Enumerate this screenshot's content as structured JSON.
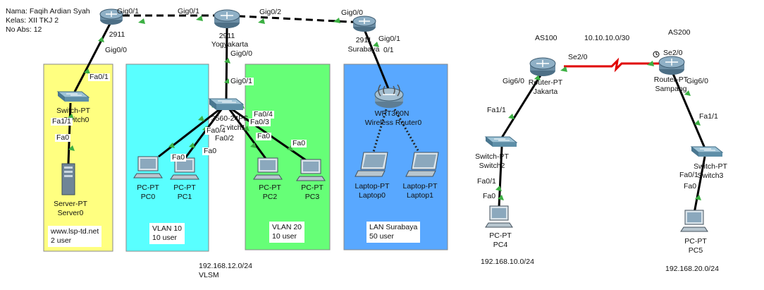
{
  "info": {
    "name": "Nama: Faqih Ardian Syah",
    "kelas": "Kelas: XII TKJ 2",
    "absen": "No Abs: 12"
  },
  "zones": [
    {
      "id": "server",
      "color": "#ffff80",
      "label1": "www.lsp-td.net",
      "label2": "2 user"
    },
    {
      "id": "vlan10",
      "color": "#59ffff",
      "label1": "VLAN 10",
      "label2": "10 user"
    },
    {
      "id": "vlan20",
      "color": "#66ff77",
      "label1": "VLAN 20",
      "label2": "10 user"
    },
    {
      "id": "lansby",
      "color": "#59a8ff",
      "label1": "LAN Surabaya",
      "label2": "50 user"
    }
  ],
  "networks": {
    "vlsm_ip": "192.168.12.0/24",
    "vlsm_text": "VLSM",
    "left_net": "192.168.10.0/24",
    "right_net": "192.168.20.0/24",
    "wan_net": "10.10.10.0/30",
    "as100": "AS100",
    "as200": "AS200"
  },
  "devices": {
    "r2911a": {
      "model": "2911",
      "icon": "router-icon"
    },
    "r2911yk": {
      "model": "2911",
      "name": "Yogyakarta",
      "icon": "router-icon"
    },
    "r2911sb": {
      "model": "2911",
      "name": "Surabaya",
      "icon": "router-icon"
    },
    "switch0": {
      "model": "Switch-PT",
      "name": "Switch0",
      "icon": "switch-icon"
    },
    "sw3560": {
      "model": "3560-24PS",
      "name": "Switch1",
      "icon": "multilayer-switch-icon"
    },
    "server0": {
      "model": "Server-PT",
      "name": "Server0",
      "icon": "server-icon"
    },
    "pc0": {
      "model": "PC-PT",
      "name": "PC0",
      "icon": "pc-icon"
    },
    "pc1": {
      "model": "PC-PT",
      "name": "PC1",
      "icon": "pc-icon"
    },
    "pc2": {
      "model": "PC-PT",
      "name": "PC2",
      "icon": "pc-icon"
    },
    "pc3": {
      "model": "PC-PT",
      "name": "PC3",
      "icon": "pc-icon"
    },
    "wrt": {
      "model": "WRT300N",
      "name": "Wireless Router0",
      "icon": "wireless-router-icon"
    },
    "laptop0": {
      "model": "Laptop-PT",
      "name": "Laptop0",
      "icon": "laptop-icon"
    },
    "laptop1": {
      "model": "Laptop-PT",
      "name": "Laptop1",
      "icon": "laptop-icon"
    },
    "rjkt": {
      "model": "Router-PT",
      "name": "Jakarta",
      "icon": "router-icon"
    },
    "rsmp": {
      "model": "Router-PT",
      "name": "Sampang",
      "icon": "router-icon"
    },
    "switch2": {
      "model": "Switch-PT",
      "name": "Switch2",
      "icon": "switch-icon"
    },
    "switch3": {
      "model": "Switch-PT",
      "name": "Switch3",
      "icon": "switch-icon"
    },
    "pc4": {
      "model": "PC-PT",
      "name": "PC4",
      "icon": "pc-icon"
    },
    "pc5": {
      "model": "PC-PT",
      "name": "PC5",
      "icon": "pc-icon"
    }
  },
  "ports": {
    "gig01_a": "Gig0/1",
    "gig01_yk_left": "Gig0/1",
    "gig02_yk": "Gig0/2",
    "gig00_sb": "Gig0/0",
    "gig00_a": "Gig0/0",
    "gig00_yk": "Gig0/0",
    "gig01_sb": "Gig0/1",
    "sb_01": "0/1",
    "fa01_sw0": "Fa0/1",
    "fa11_sw0": "Fa1/1",
    "fa0_srv": "Fa0",
    "gig01_3560": "Gig0/1",
    "fa04": "Fa0/4",
    "fa03": "Fa0/3",
    "fa04_b": "Fa0/4",
    "fa02": "Fa0/2",
    "fa0_pc0": "Fa0",
    "fa0_pc1": "Fa0",
    "fa0_pc2": "Fa0",
    "fa0_pc3": "Fa0",
    "se20_jkt": "Se2/0",
    "se20_smp": "Se2/0",
    "gig60_jkt": "Gig6/0",
    "gig60_smp": "Gig6/0",
    "fa11_sw2": "Fa1/1",
    "fa01_sw2": "Fa0/1",
    "fa0_pc4": "Fa0",
    "fa11_sw3": "Fa1/1",
    "fa01_sw3": "Fa0/1",
    "fa0_pc5": "Fa0"
  },
  "colors": {
    "link": "#000000",
    "serial": "#e00000",
    "port_up": "#3cb043",
    "router": "#6d8fa6",
    "switch": "#5e8fa8"
  }
}
